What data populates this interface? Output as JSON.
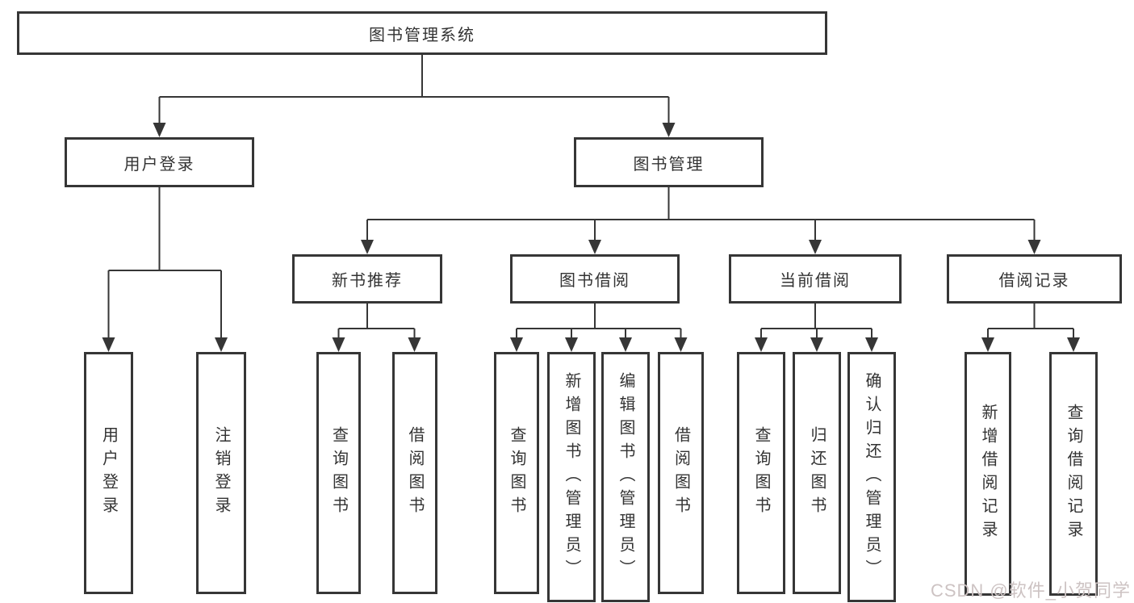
{
  "tree": {
    "label": "图书管理系统",
    "children": [
      {
        "label": "用户登录",
        "children": [
          {
            "label": "用户登录"
          },
          {
            "label": "注销登录"
          }
        ]
      },
      {
        "label": "图书管理",
        "children": [
          {
            "label": "新书推荐",
            "children": [
              {
                "label": "查询图书"
              },
              {
                "label": "借阅图书"
              }
            ]
          },
          {
            "label": "图书借阅",
            "children": [
              {
                "label": "查询图书"
              },
              {
                "label": "新增图书（管理员）"
              },
              {
                "label": "编辑图书（管理员）"
              },
              {
                "label": "借阅图书"
              }
            ]
          },
          {
            "label": "当前借阅",
            "children": [
              {
                "label": "查询图书"
              },
              {
                "label": "归还图书"
              },
              {
                "label": "确认归还（管理员）"
              }
            ]
          },
          {
            "label": "借阅记录",
            "children": [
              {
                "label": "新增借阅记录"
              },
              {
                "label": "查询借阅记录"
              }
            ]
          }
        ]
      }
    ]
  },
  "watermark": {
    "text": "CSDN @软件_小贺同学"
  },
  "colors": {
    "line": "#363636",
    "text": "#333333",
    "watermark": "#cdc3c3",
    "background": "#ffffff"
  }
}
